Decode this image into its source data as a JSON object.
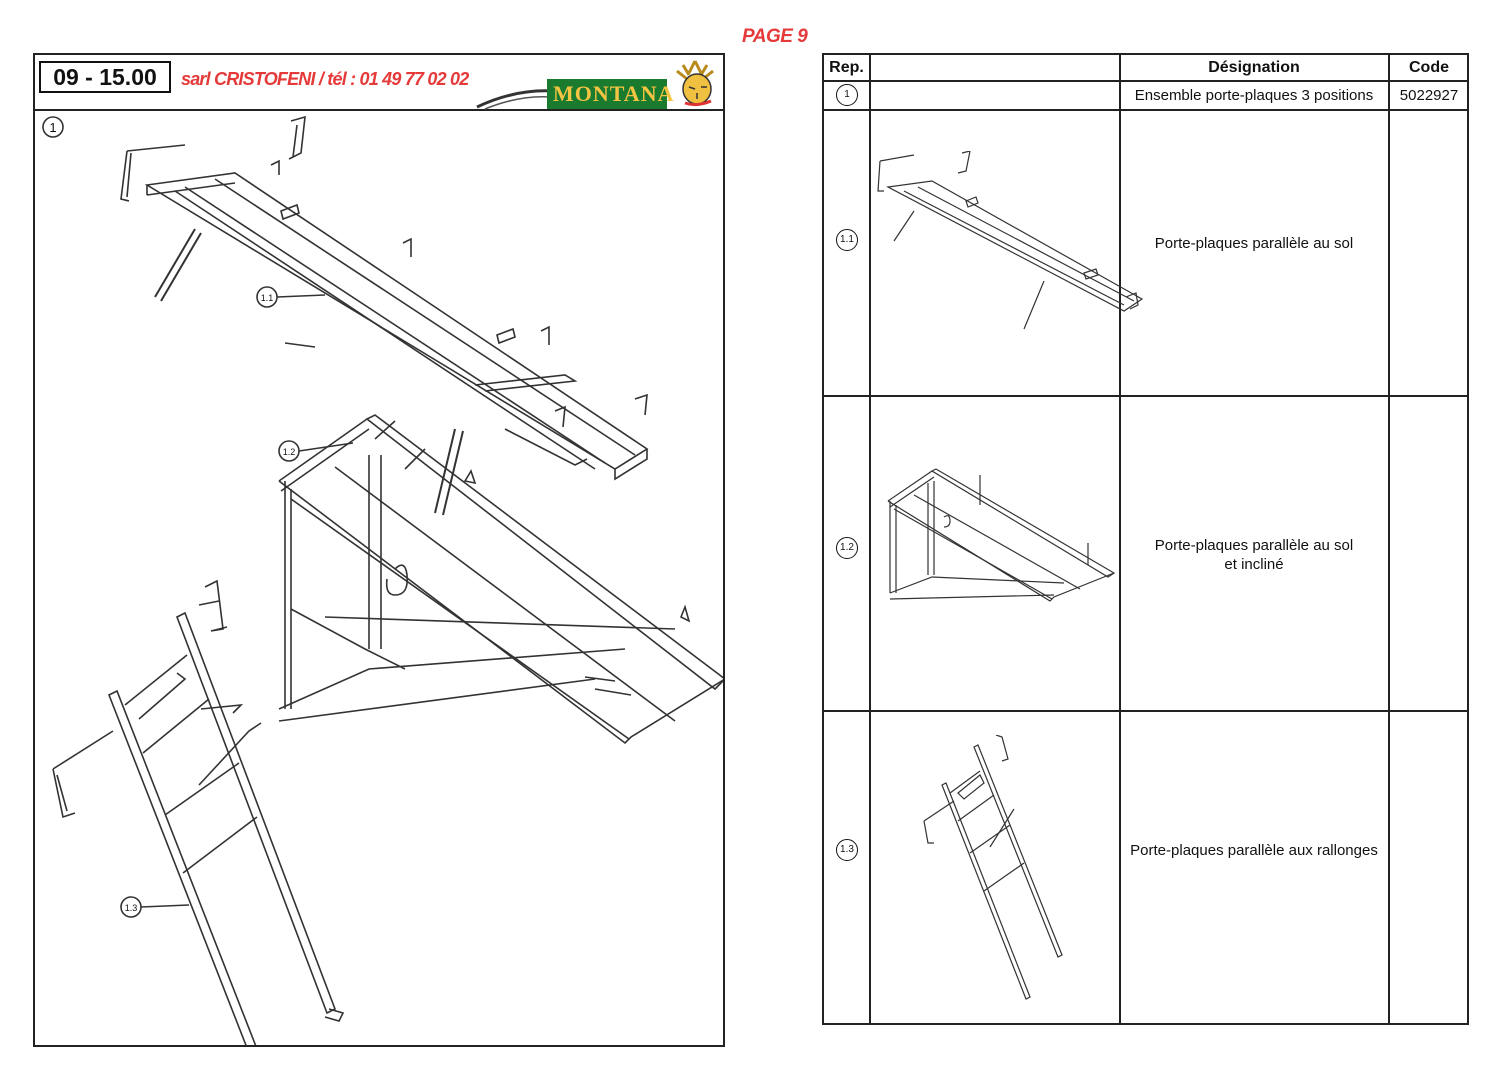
{
  "page_label": "PAGE 9",
  "header": {
    "reference": "09 - 15.00",
    "company": "sarl CRISTOFENI / tél : 01 49 77 02 02",
    "brand": "MONTANA"
  },
  "drawing": {
    "callouts": [
      "1",
      "1.1",
      "1.2",
      "1.3"
    ]
  },
  "table": {
    "headers": {
      "rep": "Rep.",
      "designation": "Désignation",
      "code": "Code"
    },
    "rows": [
      {
        "rep": "1",
        "designation": "Ensemble porte-plaques 3 positions",
        "code": "5022927"
      },
      {
        "rep": "1.1",
        "designation_line1": "Porte-plaques parallèle au sol",
        "designation_line2": "",
        "code": ""
      },
      {
        "rep": "1.2",
        "designation_line1": "Porte-plaques parallèle au sol",
        "designation_line2": "et incliné",
        "code": ""
      },
      {
        "rep": "1.3",
        "designation_line1": "Porte-plaques parallèle aux rallonges",
        "designation_line2": "",
        "code": ""
      }
    ]
  },
  "colors": {
    "accent_red": "#e53a3a",
    "brand_green": "#1a7a2e",
    "brand_yellow": "#f4c542",
    "line": "#222222"
  }
}
